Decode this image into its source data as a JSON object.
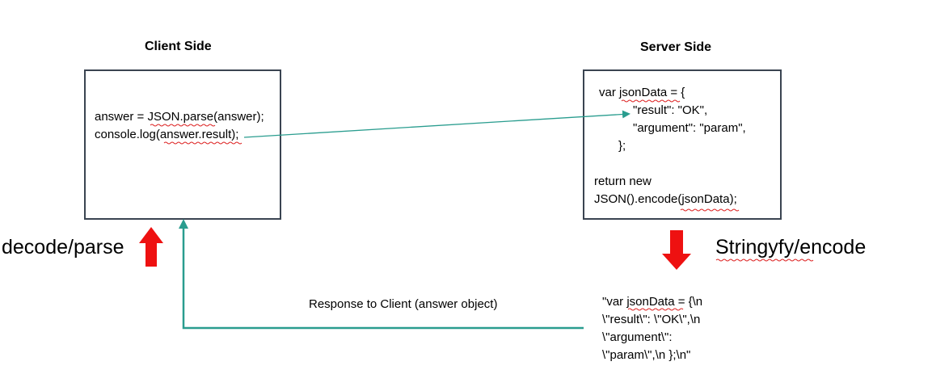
{
  "client": {
    "heading": "Client Side",
    "lines": [
      "answer = JSON.parse(answer);",
      "console.log(answer.result);"
    ]
  },
  "server": {
    "heading": "Server Side",
    "lines": [
      "var jsonData = {",
      "\"result\": \"OK\",",
      "\"argument\": \"param\",",
      "};",
      "",
      "return new",
      "JSON().encode(jsonData);"
    ]
  },
  "labels": {
    "decode": "decode/parse",
    "encode": "Stringyfy/encode",
    "response": "Response to Client (answer object)"
  },
  "encoded_string": {
    "lines": [
      "\"var jsonData = {\\n",
      "\\\"result\\\": \\\"OK\\\",\\n",
      "\\\"argument\\\":",
      "\\\"param\\\",\\n        };\\n\""
    ]
  },
  "colors": {
    "connector": "#2a9d8f",
    "big_arrow": "#ee1111",
    "box_border": "#3a4451"
  }
}
